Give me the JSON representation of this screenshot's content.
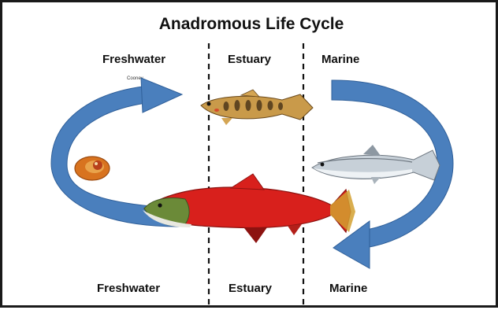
{
  "title": "Anadromous Life Cycle",
  "zones_top": [
    "Freshwater",
    "Estuary",
    "Marine"
  ],
  "zones_bottom": [
    "Freshwater",
    "Estuary",
    "Marine"
  ],
  "credit": "Cooney",
  "colors": {
    "arrow": "#4a7fbd",
    "arrow_dark": "#2f5f99",
    "spawner_body": "#d8201c",
    "parr_body": "#c99a4a",
    "ocean_fish": "#b9c3cc"
  }
}
